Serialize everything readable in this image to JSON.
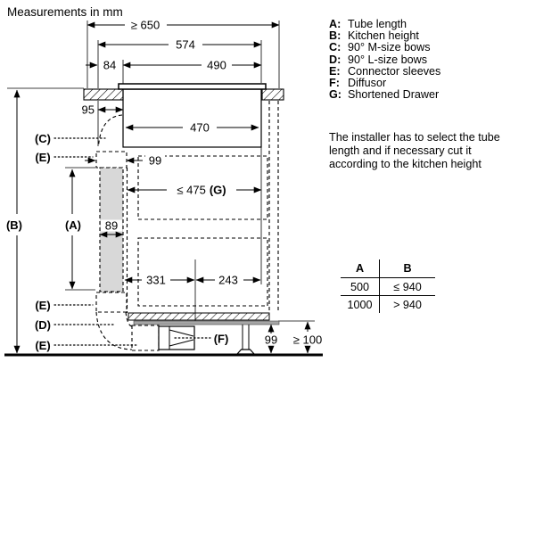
{
  "title": "Measurements in mm",
  "legend": [
    {
      "key": "A:",
      "label": "Tube length"
    },
    {
      "key": "B:",
      "label": "Kitchen height"
    },
    {
      "key": "C:",
      "label": "90° M-size bows"
    },
    {
      "key": "D:",
      "label": "90° L-size bows"
    },
    {
      "key": "E:",
      "label": "Connector sleeves"
    },
    {
      "key": "F:",
      "label": "Diffusor"
    },
    {
      "key": "G:",
      "label": "Shortened Drawer"
    }
  ],
  "note_lines": [
    "The installer has to select the tube",
    "length and if necessary cut it",
    "according to the kitchen height"
  ],
  "table": {
    "headers": [
      "A",
      "B"
    ],
    "rows": [
      [
        "500",
        "≤ 940"
      ],
      [
        "1000",
        "> 940"
      ]
    ]
  },
  "dims": {
    "d650": "≥ 650",
    "d574": "574",
    "d84": "84",
    "d490": "490",
    "d95": "95",
    "d470": "470",
    "d99_sleeve": "99",
    "d475": "≤ 475",
    "d475_ref": "(G)",
    "d89": "89",
    "d331": "331",
    "d243": "243",
    "d99_plinth": "99",
    "d100": "≥ 100"
  },
  "labels": {
    "a": "(A)",
    "b": "(B)",
    "c": "(C)",
    "d": "(D)",
    "e": "(E)",
    "f": "(F)"
  },
  "colors": {
    "line": "#000000",
    "tube_fill": "#d8d8d8",
    "panel_fill": "#a6a6a6"
  }
}
